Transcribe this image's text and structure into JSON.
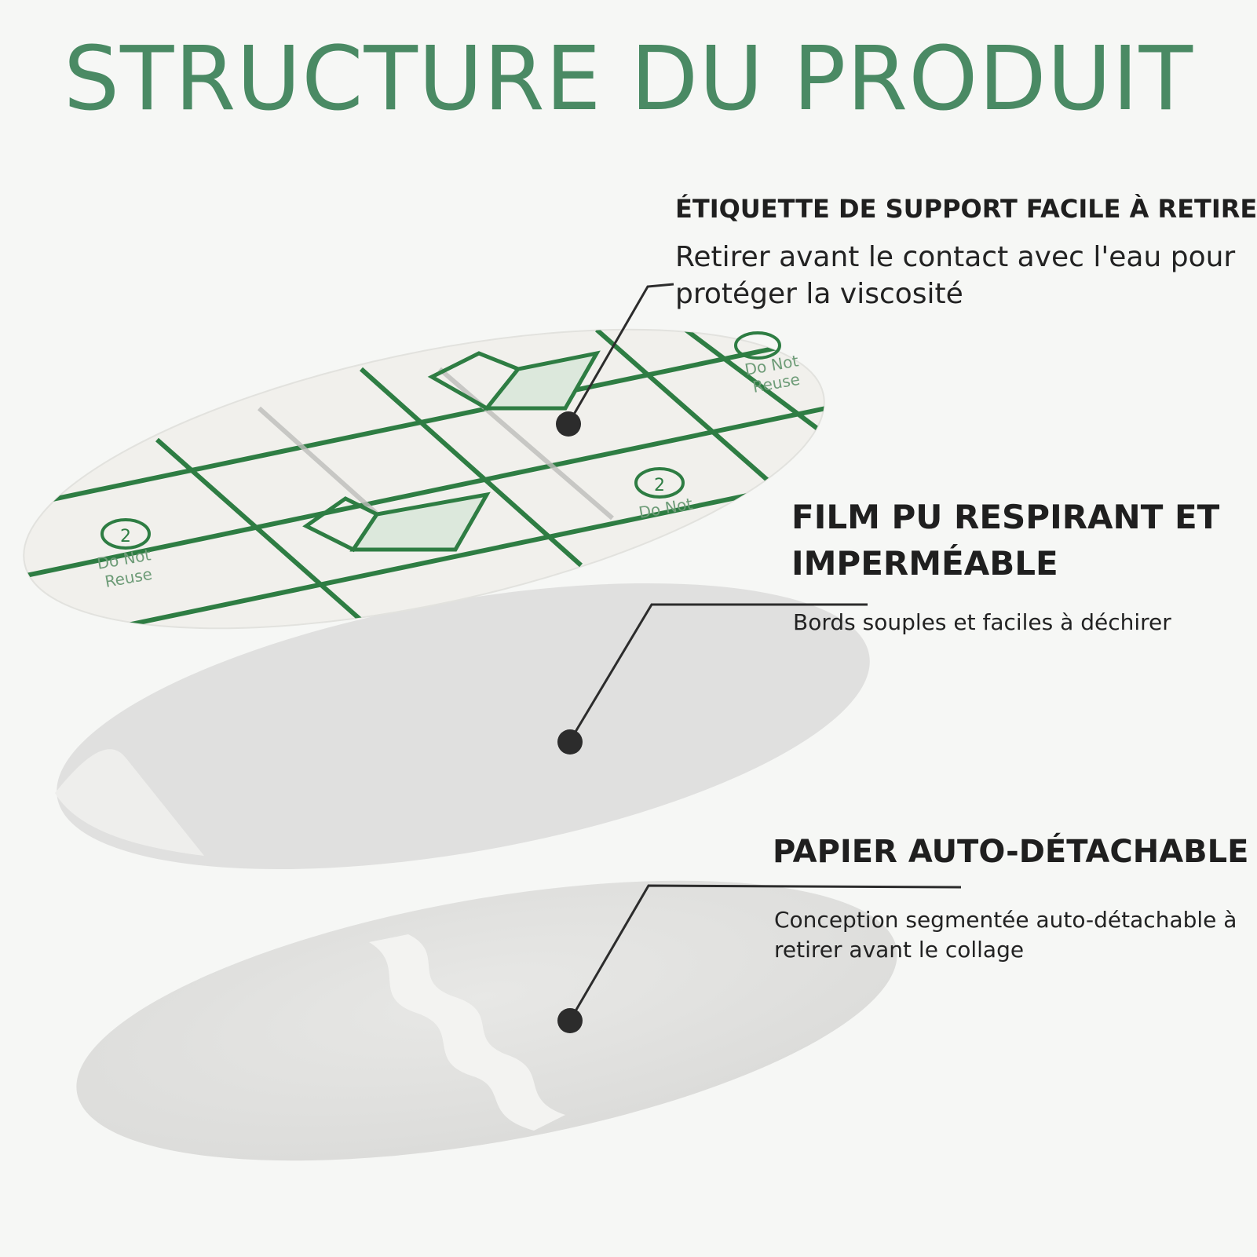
{
  "title": "STRUCTURE DU PRODUIT",
  "colors": {
    "title": "#4a8a64",
    "grid_green": "#2e7d43",
    "pointer_dark": "#2c2c2c",
    "layer_light": "#e8e8e6",
    "layer_top": "#f1f0ec"
  },
  "layers": [
    {
      "name": "ÉTIQUETTE DE SUPPORT FACILE À RETIRER",
      "description": "Retirer avant le contact avec l'eau pour protéger la viscosité"
    },
    {
      "name": "FILM PU RESPIRANT ET IMPERMÉABLE",
      "description": "Bords souples et faciles à déchirer"
    },
    {
      "name": "PAPIER AUTO-DÉTACHABLE",
      "description": "Conception segmentée auto-détachable à retirer avant le collage"
    }
  ],
  "printed_marks": {
    "number": "2",
    "text_line1": "Do Not",
    "text_line2": "Reuse"
  }
}
